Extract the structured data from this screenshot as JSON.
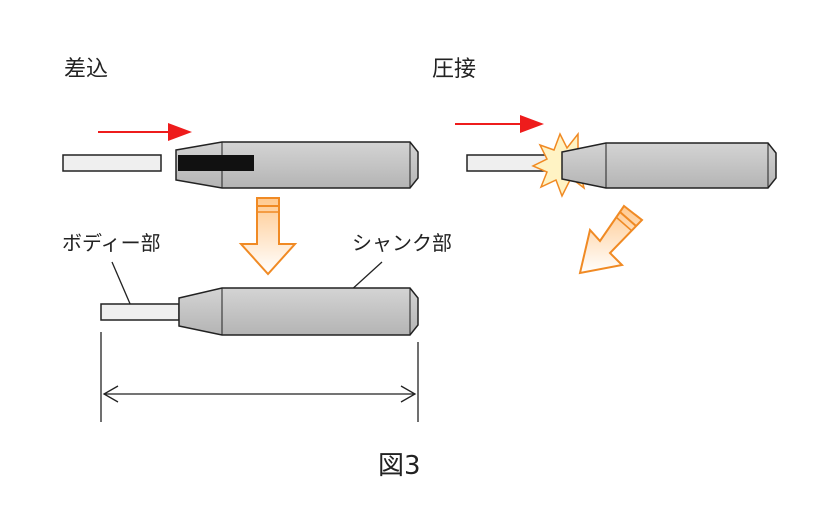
{
  "labels": {
    "insert": "差込",
    "weld": "圧接",
    "body_part": "ボディー部",
    "shank_part": "シャンク部",
    "figure": "図3"
  },
  "colors": {
    "background": "#ffffff",
    "outline": "#222222",
    "shank_fill": "#b4b4b4",
    "shank_light": "#d4d4d4",
    "rod_fill": "#efefef",
    "bore_fill": "#111111",
    "push_arrow": "#ee1c1c",
    "flow_arrow": "#f08a24",
    "spark_fill": "#fff3c4"
  },
  "icons": {
    "push": "right-arrow",
    "flow_down": "hollow-down-arrow",
    "flow_diag": "hollow-diagonal-arrow",
    "spark": "spark-burst",
    "dimension": "double-headed-arrow"
  }
}
